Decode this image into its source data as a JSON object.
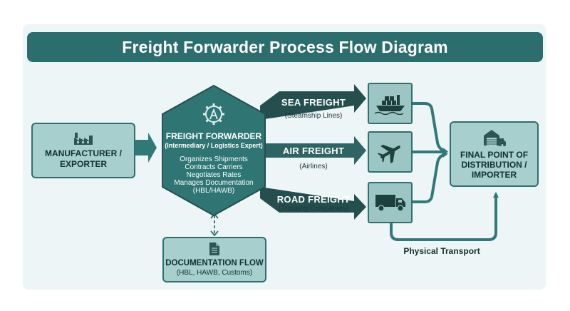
{
  "title": "Freight Forwarder Process Flow Diagram",
  "manufacturer": {
    "line1": "MANUFACTURER /",
    "line2": "EXPORTER"
  },
  "forwarder": {
    "title": "FREIGHT FORWARDER",
    "subtitle": "(Intermediary / Logistics Expert)",
    "duties": [
      "Organizes Shipments",
      "Contracts Carriers",
      "Negotiates Rates",
      "Manages Documentation",
      "(HBL/HAWB)"
    ]
  },
  "routes": [
    {
      "label": "SEA FREIGHT",
      "sub": "(Steamship Lines)",
      "icon": "ship-icon"
    },
    {
      "label": "AIR FREIGHT",
      "sub": "(Airlines)",
      "icon": "airplane-icon"
    },
    {
      "label": "ROAD FREIGHT",
      "sub": "(Trucking Companies)",
      "icon": "truck-icon"
    }
  ],
  "destination": {
    "line1": "FINAL POINT OF",
    "line2": "DISTRIBUTION /",
    "line3": "IMPORTER"
  },
  "documentation": {
    "title": "DOCUMENTATION FLOW",
    "sub": "(HBL, HAWB, Customs)"
  },
  "physical_transport": "Physical Transport",
  "colors": {
    "dark_teal": "#2c6e6d",
    "light_teal": "#a7cfce",
    "background": "#eef5f6",
    "hex_fill": "#2f7574"
  }
}
